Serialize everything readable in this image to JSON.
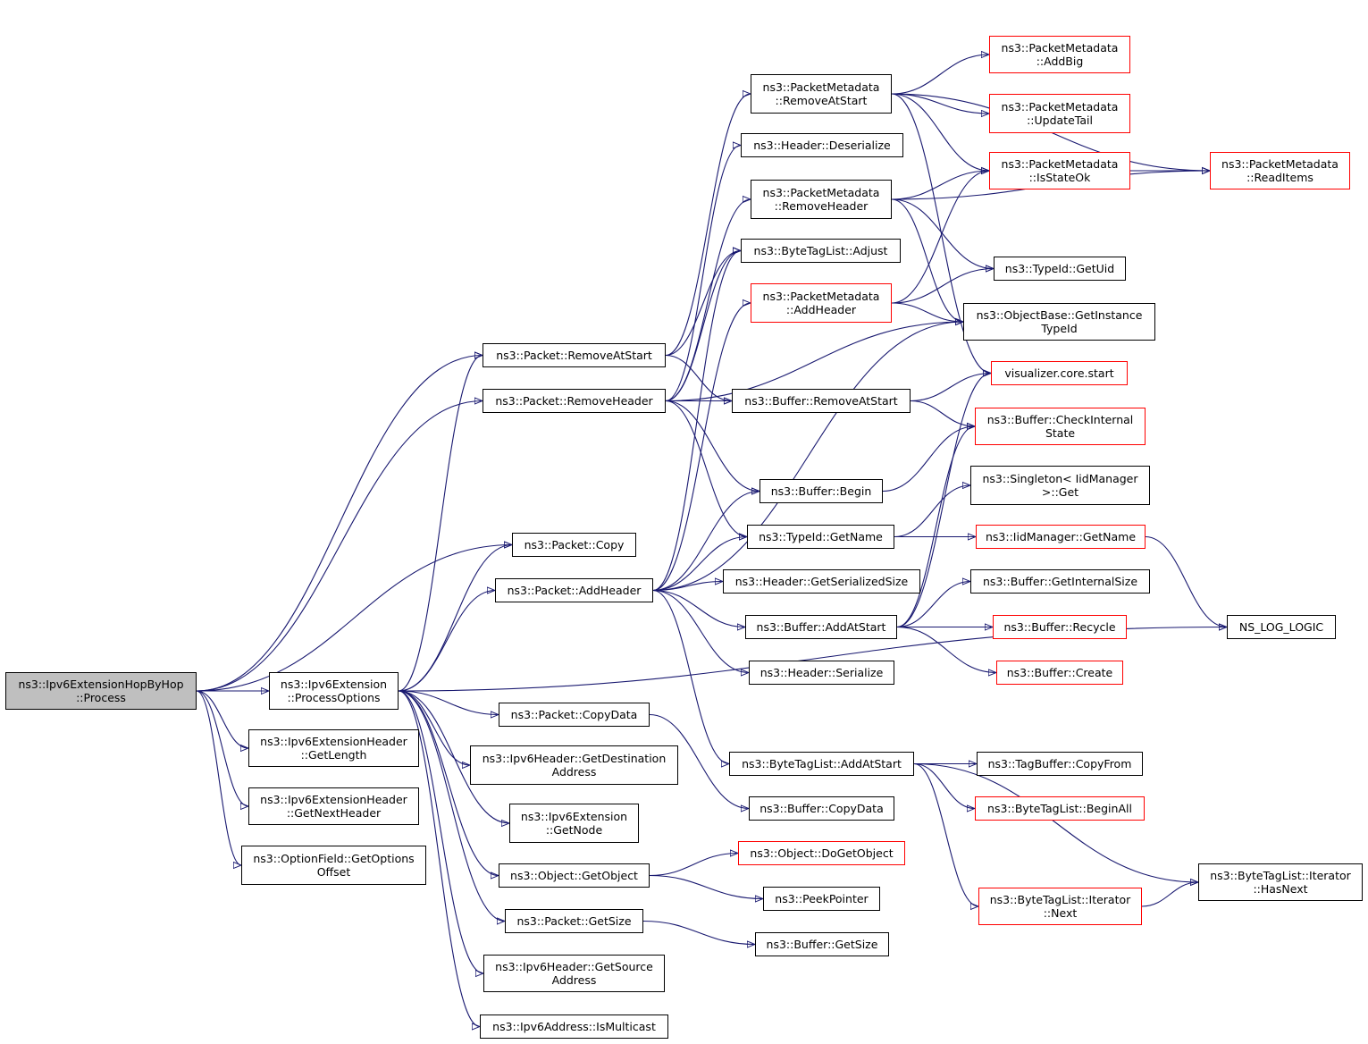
{
  "graph": {
    "edge_color": "#191970",
    "node_border": "#000000",
    "truncated_border": "#ff0000",
    "root_fill": "#bfbfbf",
    "nodes": [
      {
        "id": "process",
        "lines": [
          "ns3::Ipv6ExtensionHopByHop",
          "::Process"
        ],
        "truncated": false,
        "root": true
      },
      {
        "id": "processoptions",
        "lines": [
          "ns3::Ipv6Extension",
          "::ProcessOptions"
        ],
        "truncated": false
      },
      {
        "id": "hdr_getlength",
        "lines": [
          "ns3::Ipv6ExtensionHeader",
          "::GetLength"
        ],
        "truncated": false
      },
      {
        "id": "hdr_getnextheader",
        "lines": [
          "ns3::Ipv6ExtensionHeader",
          "::GetNextHeader"
        ],
        "truncated": false
      },
      {
        "id": "getoptionsoffset",
        "lines": [
          "ns3::OptionField::GetOptions",
          "Offset"
        ],
        "truncated": false
      },
      {
        "id": "pkt_removeatstart",
        "lines": [
          "ns3::Packet::RemoveAtStart"
        ],
        "truncated": false
      },
      {
        "id": "pkt_removeheader",
        "lines": [
          "ns3::Packet::RemoveHeader"
        ],
        "truncated": false
      },
      {
        "id": "pkt_copy",
        "lines": [
          "ns3::Packet::Copy"
        ],
        "truncated": false
      },
      {
        "id": "pkt_addheader",
        "lines": [
          "ns3::Packet::AddHeader"
        ],
        "truncated": false
      },
      {
        "id": "pkt_copydata",
        "lines": [
          "ns3::Packet::CopyData"
        ],
        "truncated": false
      },
      {
        "id": "getdestaddr",
        "lines": [
          "ns3::Ipv6Header::GetDestination",
          "Address"
        ],
        "truncated": false
      },
      {
        "id": "ext_getnode",
        "lines": [
          "ns3::Ipv6Extension",
          "::GetNode"
        ],
        "truncated": false
      },
      {
        "id": "obj_getobject",
        "lines": [
          "ns3::Object::GetObject"
        ],
        "truncated": false
      },
      {
        "id": "pkt_getsize",
        "lines": [
          "ns3::Packet::GetSize"
        ],
        "truncated": false
      },
      {
        "id": "getsrcaddr",
        "lines": [
          "ns3::Ipv6Header::GetSource",
          "Address"
        ],
        "truncated": false
      },
      {
        "id": "ismulticast",
        "lines": [
          "ns3::Ipv6Address::IsMulticast"
        ],
        "truncated": false
      },
      {
        "id": "pm_removeatstart",
        "lines": [
          "ns3::PacketMetadata",
          "::RemoveAtStart"
        ],
        "truncated": false
      },
      {
        "id": "hdr_deserialize",
        "lines": [
          "ns3::Header::Deserialize"
        ],
        "truncated": false
      },
      {
        "id": "pm_removeheader",
        "lines": [
          "ns3::PacketMetadata",
          "::RemoveHeader"
        ],
        "truncated": false
      },
      {
        "id": "btl_adjust",
        "lines": [
          "ns3::ByteTagList::Adjust"
        ],
        "truncated": false
      },
      {
        "id": "pm_addheader",
        "lines": [
          "ns3::PacketMetadata",
          "::AddHeader"
        ],
        "truncated": true
      },
      {
        "id": "buf_removeatstart",
        "lines": [
          "ns3::Buffer::RemoveAtStart"
        ],
        "truncated": false
      },
      {
        "id": "buf_begin",
        "lines": [
          "ns3::Buffer::Begin"
        ],
        "truncated": false
      },
      {
        "id": "typeid_getname",
        "lines": [
          "ns3::TypeId::GetName"
        ],
        "truncated": false
      },
      {
        "id": "hdr_getserializedsize",
        "lines": [
          "ns3::Header::GetSerializedSize"
        ],
        "truncated": false
      },
      {
        "id": "buf_addatstart",
        "lines": [
          "ns3::Buffer::AddAtStart"
        ],
        "truncated": false
      },
      {
        "id": "hdr_serialize",
        "lines": [
          "ns3::Header::Serialize"
        ],
        "truncated": false
      },
      {
        "id": "btl_addatstart",
        "lines": [
          "ns3::ByteTagList::AddAtStart"
        ],
        "truncated": false
      },
      {
        "id": "buf_copydata",
        "lines": [
          "ns3::Buffer::CopyData"
        ],
        "truncated": false
      },
      {
        "id": "obj_dogetobject",
        "lines": [
          "ns3::Object::DoGetObject"
        ],
        "truncated": true
      },
      {
        "id": "peekpointer",
        "lines": [
          "ns3::PeekPointer"
        ],
        "truncated": false
      },
      {
        "id": "buf_getsize",
        "lines": [
          "ns3::Buffer::GetSize"
        ],
        "truncated": false
      },
      {
        "id": "pm_addbig",
        "lines": [
          "ns3::PacketMetadata",
          "::AddBig"
        ],
        "truncated": true
      },
      {
        "id": "pm_updatetail",
        "lines": [
          "ns3::PacketMetadata",
          "::UpdateTail"
        ],
        "truncated": true
      },
      {
        "id": "pm_isstateok",
        "lines": [
          "ns3::PacketMetadata",
          "::IsStateOk"
        ],
        "truncated": true
      },
      {
        "id": "typeid_getuid",
        "lines": [
          "ns3::TypeId::GetUid"
        ],
        "truncated": false
      },
      {
        "id": "getinstancetypeid",
        "lines": [
          "ns3::ObjectBase::GetInstance",
          "TypeId"
        ],
        "truncated": false
      },
      {
        "id": "viz_start",
        "lines": [
          "visualizer.core.start"
        ],
        "truncated": true
      },
      {
        "id": "buf_checkinternalstate",
        "lines": [
          "ns3::Buffer::CheckInternal",
          "State"
        ],
        "truncated": true
      },
      {
        "id": "singleton_get",
        "lines": [
          "ns3::Singleton< IidManager",
          ">::Get"
        ],
        "truncated": false
      },
      {
        "id": "iid_getname",
        "lines": [
          "ns3::IidManager::GetName"
        ],
        "truncated": true
      },
      {
        "id": "buf_getinternalsize",
        "lines": [
          "ns3::Buffer::GetInternalSize"
        ],
        "truncated": false
      },
      {
        "id": "buf_recycle",
        "lines": [
          "ns3::Buffer::Recycle"
        ],
        "truncated": true
      },
      {
        "id": "buf_create",
        "lines": [
          "ns3::Buffer::Create"
        ],
        "truncated": true
      },
      {
        "id": "tagbuf_copyfrom",
        "lines": [
          "ns3::TagBuffer::CopyFrom"
        ],
        "truncated": false
      },
      {
        "id": "btl_beginall",
        "lines": [
          "ns3::ByteTagList::BeginAll"
        ],
        "truncated": true
      },
      {
        "id": "btl_iter_next",
        "lines": [
          "ns3::ByteTagList::Iterator",
          "::Next"
        ],
        "truncated": true
      },
      {
        "id": "pm_readitems",
        "lines": [
          "ns3::PacketMetadata",
          "::ReadItems"
        ],
        "truncated": true
      },
      {
        "id": "ns_log_logic",
        "lines": [
          "NS_LOG_LOGIC"
        ],
        "truncated": false
      },
      {
        "id": "btl_iter_hasnext",
        "lines": [
          "ns3::ByteTagList::Iterator",
          "::HasNext"
        ],
        "truncated": false
      }
    ],
    "edges": [
      [
        "process",
        "processoptions"
      ],
      [
        "process",
        "hdr_getlength"
      ],
      [
        "process",
        "hdr_getnextheader"
      ],
      [
        "process",
        "getoptionsoffset"
      ],
      [
        "process",
        "pkt_removeatstart"
      ],
      [
        "process",
        "pkt_removeheader"
      ],
      [
        "process",
        "pkt_copy"
      ],
      [
        "processoptions",
        "pkt_removeatstart"
      ],
      [
        "processoptions",
        "pkt_copy"
      ],
      [
        "processoptions",
        "pkt_addheader"
      ],
      [
        "processoptions",
        "pkt_copydata"
      ],
      [
        "processoptions",
        "getdestaddr"
      ],
      [
        "processoptions",
        "ext_getnode"
      ],
      [
        "processoptions",
        "obj_getobject"
      ],
      [
        "processoptions",
        "pkt_getsize"
      ],
      [
        "processoptions",
        "getsrcaddr"
      ],
      [
        "processoptions",
        "ismulticast"
      ],
      [
        "processoptions",
        "ns_log_logic"
      ],
      [
        "pkt_removeatstart",
        "pm_removeatstart"
      ],
      [
        "pkt_removeatstart",
        "btl_adjust"
      ],
      [
        "pkt_removeatstart",
        "buf_removeatstart"
      ],
      [
        "pkt_removeheader",
        "hdr_deserialize"
      ],
      [
        "pkt_removeheader",
        "pm_removeheader"
      ],
      [
        "pkt_removeheader",
        "btl_adjust"
      ],
      [
        "pkt_removeheader",
        "buf_removeatstart"
      ],
      [
        "pkt_removeheader",
        "buf_begin"
      ],
      [
        "pkt_removeheader",
        "typeid_getname"
      ],
      [
        "pkt_removeheader",
        "getinstancetypeid"
      ],
      [
        "pkt_addheader",
        "pm_addheader"
      ],
      [
        "pkt_addheader",
        "btl_adjust"
      ],
      [
        "pkt_addheader",
        "buf_begin"
      ],
      [
        "pkt_addheader",
        "typeid_getname"
      ],
      [
        "pkt_addheader",
        "hdr_getserializedsize"
      ],
      [
        "pkt_addheader",
        "buf_addatstart"
      ],
      [
        "pkt_addheader",
        "hdr_serialize"
      ],
      [
        "pkt_addheader",
        "btl_addatstart"
      ],
      [
        "pkt_addheader",
        "getinstancetypeid"
      ],
      [
        "pkt_copydata",
        "buf_copydata"
      ],
      [
        "obj_getobject",
        "obj_dogetobject"
      ],
      [
        "obj_getobject",
        "peekpointer"
      ],
      [
        "pkt_getsize",
        "buf_getsize"
      ],
      [
        "pm_removeatstart",
        "pm_addbig"
      ],
      [
        "pm_removeatstart",
        "pm_updatetail"
      ],
      [
        "pm_removeatstart",
        "pm_isstateok"
      ],
      [
        "pm_removeatstart",
        "pm_readitems"
      ],
      [
        "pm_removeatstart",
        "viz_start"
      ],
      [
        "pm_removeheader",
        "pm_isstateok"
      ],
      [
        "pm_removeheader",
        "pm_readitems"
      ],
      [
        "pm_removeheader",
        "typeid_getuid"
      ],
      [
        "pm_removeheader",
        "getinstancetypeid"
      ],
      [
        "pm_addheader",
        "pm_isstateok"
      ],
      [
        "pm_addheader",
        "typeid_getuid"
      ],
      [
        "pm_addheader",
        "getinstancetypeid"
      ],
      [
        "buf_removeatstart",
        "viz_start"
      ],
      [
        "buf_removeatstart",
        "buf_checkinternalstate"
      ],
      [
        "buf_begin",
        "buf_checkinternalstate"
      ],
      [
        "typeid_getname",
        "singleton_get"
      ],
      [
        "typeid_getname",
        "iid_getname"
      ],
      [
        "buf_addatstart",
        "buf_getinternalsize"
      ],
      [
        "buf_addatstart",
        "buf_recycle"
      ],
      [
        "buf_addatstart",
        "buf_create"
      ],
      [
        "buf_addatstart",
        "buf_checkinternalstate"
      ],
      [
        "buf_addatstart",
        "viz_start"
      ],
      [
        "btl_addatstart",
        "tagbuf_copyfrom"
      ],
      [
        "btl_addatstart",
        "btl_beginall"
      ],
      [
        "btl_addatstart",
        "btl_iter_next"
      ],
      [
        "btl_addatstart",
        "btl_iter_hasnext"
      ],
      [
        "pm_isstateok",
        "pm_readitems"
      ],
      [
        "iid_getname",
        "ns_log_logic"
      ],
      [
        "btl_iter_next",
        "btl_iter_hasnext"
      ]
    ]
  }
}
